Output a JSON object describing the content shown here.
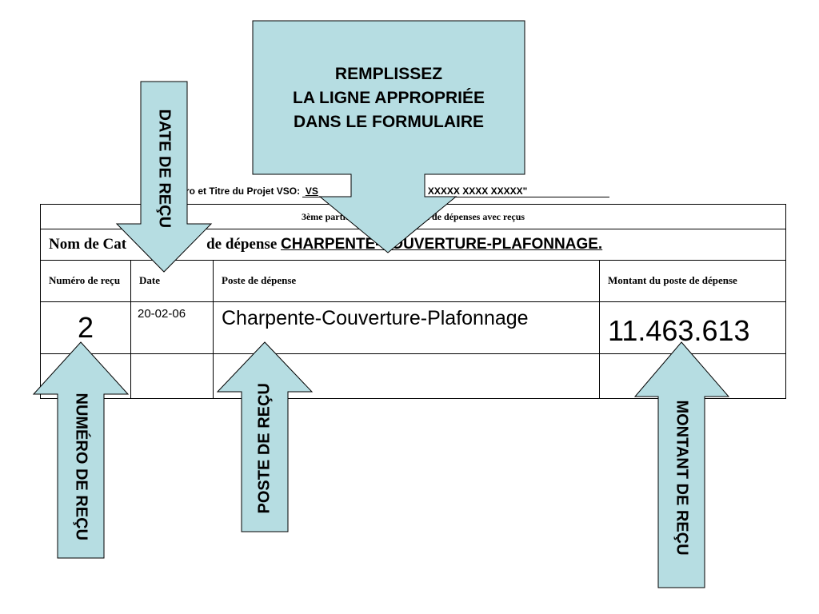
{
  "project_line": {
    "prefix": "ro et Titre du Projet VSO:",
    "code": "VS",
    "title": "\"XXX XXXXX XXXX XXXXX\""
  },
  "table": {
    "part_title": "3ème partie : Articles du projet de dépenses avec reçus",
    "category_label": "Nom de Cat",
    "category_label_tail": "de dépense",
    "category_value": "CHARPENTE-COUVERTURE-PLAFONNAGE.",
    "headers": {
      "numero": "Numéro de reçu",
      "date": "Date",
      "poste": "Poste de dépense",
      "montant": "Montant du poste de dépense"
    },
    "rows": [
      {
        "numero": "2",
        "date": "20-02-06",
        "poste": "Charpente-Couverture-Plafonnage",
        "montant": "11.463.613"
      },
      {
        "numero": "",
        "date": "",
        "poste": "",
        "montant": ""
      }
    ]
  },
  "callouts": {
    "main": {
      "line1": "REMPLISSEZ",
      "line2": "LA LIGNE APPROPRIÉE",
      "line3": "DANS LE FORMULAIRE"
    },
    "date": "DATE DE REÇU",
    "numero": "NUMÉRO DE REÇU",
    "poste": "POSTE DE REÇU",
    "montant": "MONTANT DE REÇU"
  },
  "colors": {
    "callout_fill": "#b6dde2",
    "callout_stroke": "#000000"
  }
}
